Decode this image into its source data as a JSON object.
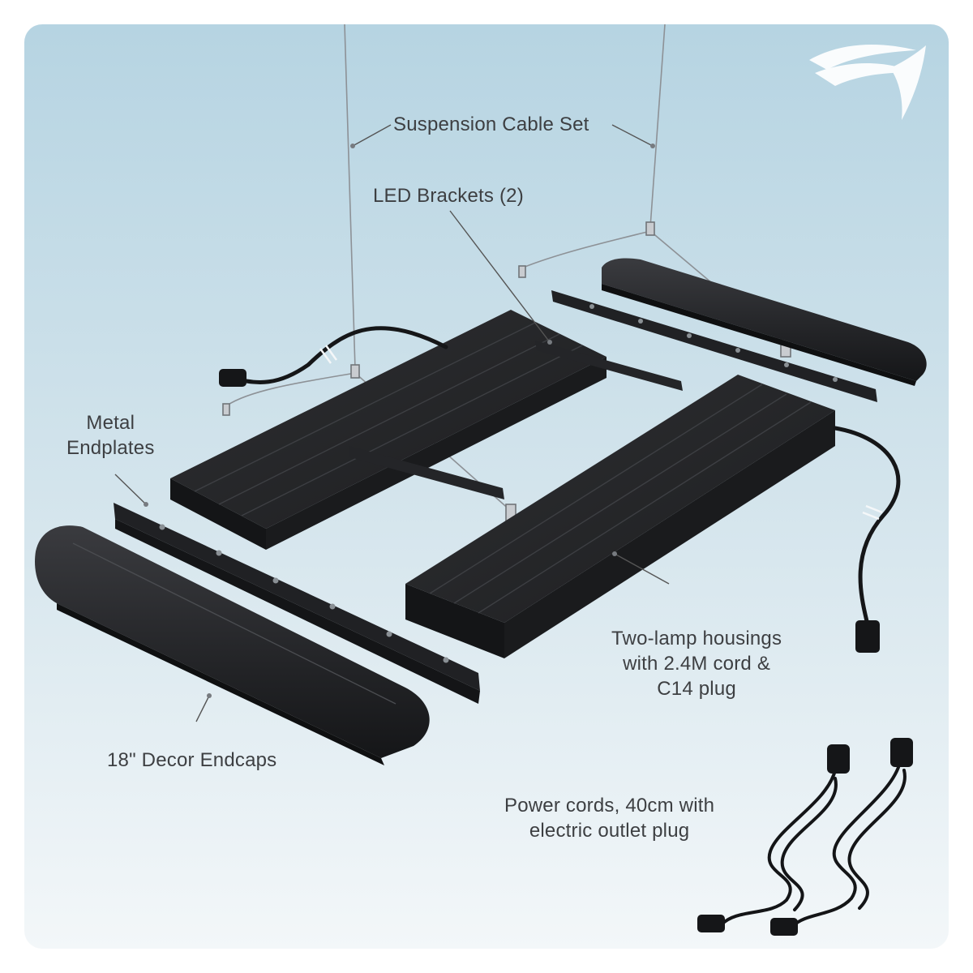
{
  "colors": {
    "bg_top": "#b6d4e2",
    "bg_bottom": "#f3f7f9",
    "part_dark": "#1b1c1e",
    "part_mid": "#2c2d30",
    "label_text": "#3d3f42",
    "leader_line": "#555555",
    "logo": "#ffffff"
  },
  "logo": {
    "icon": "swoosh-logo-icon"
  },
  "labels": {
    "suspension": "Suspension Cable Set",
    "brackets": "LED Brackets (2)",
    "endplates_line1": "Metal",
    "endplates_line2": "Endplates",
    "housings_line1": "Two-lamp housings",
    "housings_line2": "with 2.4M cord &",
    "housings_line3": "C14 plug",
    "endcaps": "18\" Decor Endcaps",
    "cords_line1": "Power cords, 40cm with",
    "cords_line2": "electric outlet plug"
  },
  "parts": [
    "suspension-cable-set",
    "led-bracket",
    "metal-endplate",
    "two-lamp-housing",
    "decor-endcap",
    "power-cord"
  ]
}
